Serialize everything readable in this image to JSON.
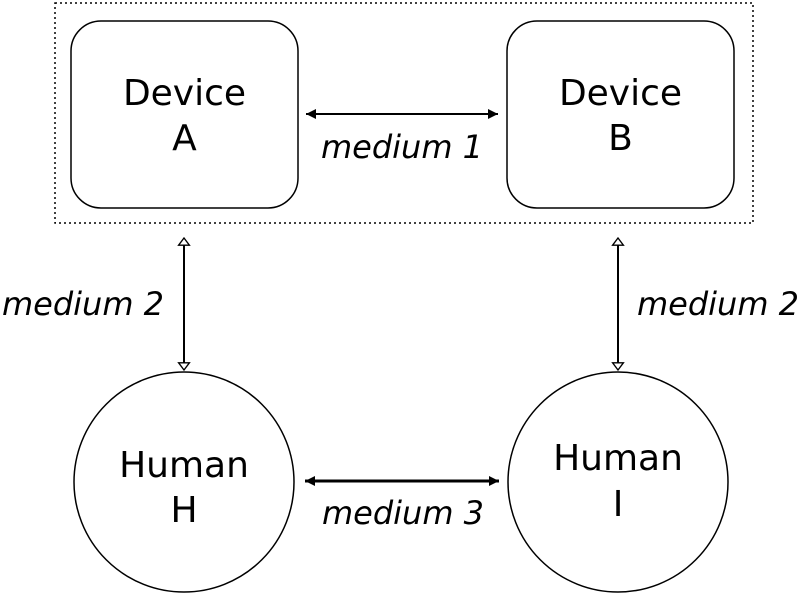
{
  "nodes": {
    "device_a": {
      "line1": "Device",
      "line2": "A"
    },
    "device_b": {
      "line1": "Device",
      "line2": "B"
    },
    "human_h": {
      "line1": "Human",
      "line2": "H"
    },
    "human_i": {
      "line1": "Human",
      "line2": "I"
    }
  },
  "edges": {
    "a_b": {
      "label": "medium 1"
    },
    "a_h": {
      "label": "medium 2"
    },
    "b_i": {
      "label": "medium 2"
    },
    "h_i": {
      "label": "medium 3"
    }
  },
  "colors": {
    "stroke": "#000000",
    "background": "#ffffff"
  }
}
